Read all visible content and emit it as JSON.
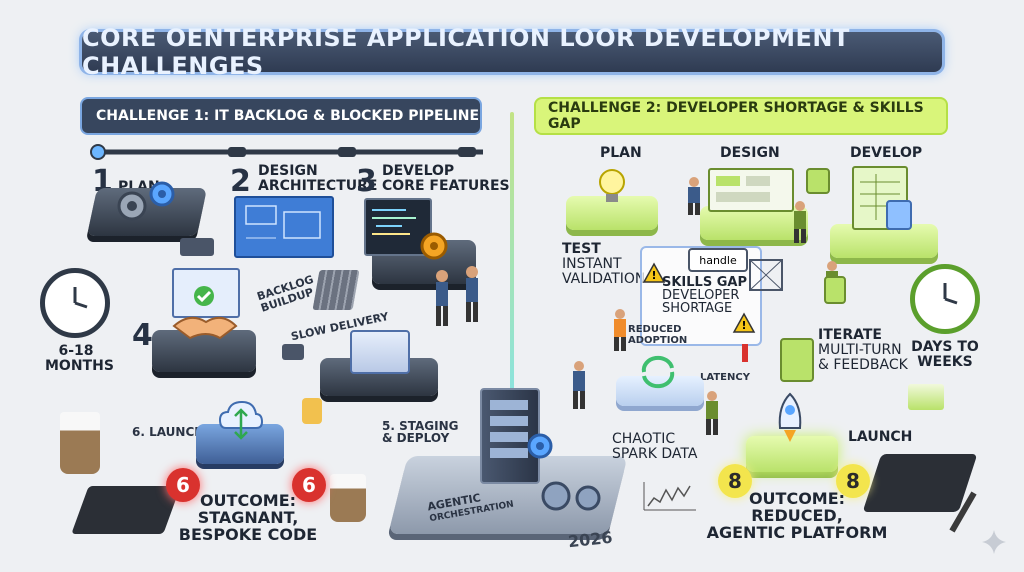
{
  "title": "CORE OENTERPRISE APPLICATION LOOR DEVELOPMENT CHALLENGES",
  "left": {
    "header": "CHALLENGE 1: IT BACKLOG & BLOCKED PIPELINE",
    "steps": {
      "plan": {
        "num": "1",
        "label": "PLAN"
      },
      "design": {
        "num": "2",
        "label1": "DESIGN",
        "label2": "ARCHITECTURE"
      },
      "develop": {
        "num": "3",
        "label1": "DEVELOP",
        "label2": "CORE FEATURES"
      },
      "handshake_num": "4",
      "staging": {
        "label1": "5. STAGING",
        "label2": "& DEPLOY"
      },
      "launch": "6. LAUNCH"
    },
    "backlog": "BACKLOG BUILDUP",
    "slow": "SLOW DELIVERY",
    "months1": "6-18",
    "months2": "MONTHS",
    "badge": "6",
    "outcome": {
      "l1": "OUTCOME:",
      "l2": "STAGNANT,",
      "l3": "BESPOKE CODE"
    }
  },
  "center": {
    "agentic1": "AGENTIC",
    "agentic2": "ORCHESTRATION",
    "year": "2026"
  },
  "right": {
    "header": "CHALLENGE 2: DEVELOPER SHORTAGE & SKILLS GAP",
    "steps": {
      "plan": "PLAN",
      "design": "DESIGN",
      "develop": "DEVELOP",
      "launch": "LAUNCH"
    },
    "test": {
      "l1": "TEST",
      "l2": "INSTANT",
      "l3": "VALIDATION"
    },
    "handle": "handle",
    "skills": {
      "l1": "SKILLS GAP",
      "l2": "DEVELOPER",
      "l3": "SHORTAGE"
    },
    "reduced": {
      "l1": "REDUCED",
      "l2": "ADOPTION"
    },
    "latency": "LATENCY",
    "iterate": {
      "l1": "ITERATE",
      "l2": "MULTI-TURN",
      "l3": "& FEEDBACK"
    },
    "days1": "DAYS TO",
    "days2": "WEEKS",
    "chaotic": {
      "l1": "CHAOTIC",
      "l2": "SPARK DATA"
    },
    "badge": "8",
    "outcome": {
      "l1": "OUTCOME:",
      "l2": "REDUCED,",
      "l3": "AGENTIC PLATFORM"
    }
  },
  "colors": {
    "red": "#d9322e",
    "green": "#b9e26a",
    "yellow": "#f3e54d",
    "dark": "#37465e"
  }
}
